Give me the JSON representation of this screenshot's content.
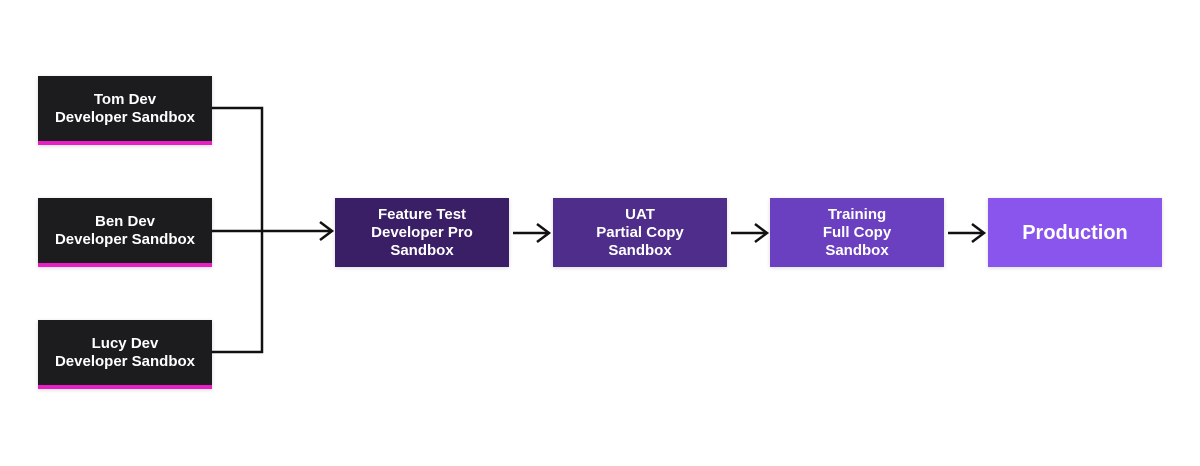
{
  "colors": {
    "dev_box": "#1c1c1e",
    "dev_accent": "#e91ec4",
    "feature_test": "#3a1f66",
    "uat": "#4f2d8a",
    "training": "#6a3fc0",
    "production": "#8a55ec",
    "connector": "#111111"
  },
  "developers": [
    {
      "name": "Tom Dev",
      "type": "Developer Sandbox"
    },
    {
      "name": "Ben Dev",
      "type": "Developer Sandbox"
    },
    {
      "name": "Lucy Dev",
      "type": "Developer Sandbox"
    }
  ],
  "stages": {
    "feature_test": {
      "line1": "Feature Test",
      "line2": "Developer Pro",
      "line3": "Sandbox"
    },
    "uat": {
      "line1": "UAT",
      "line2": "Partial Copy",
      "line3": "Sandbox"
    },
    "training": {
      "line1": "Training",
      "line2": "Full Copy",
      "line3": "Sandbox"
    },
    "production": {
      "label": "Production"
    }
  }
}
